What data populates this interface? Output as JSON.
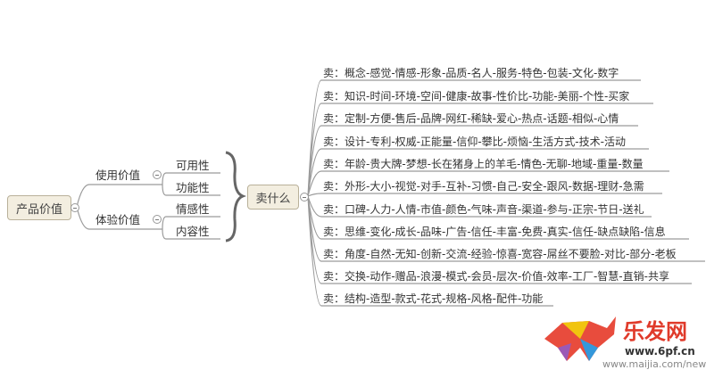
{
  "root": {
    "label": "产品价值"
  },
  "branches": [
    {
      "label": "使用价值",
      "children": [
        "可用性",
        "功能性"
      ]
    },
    {
      "label": "体验价值",
      "children": [
        "情感性",
        "内容性"
      ]
    }
  ],
  "center": {
    "label": "卖什么"
  },
  "items": [
    "卖：概念-感觉-情感-形象-品质-名人-服务-特色-包装-文化-数字",
    "卖：知识-时间-环境-空间-健康-故事-性价比-功能-美丽-个性-买家",
    "卖：定制-方便-售后-品牌-网红-稀缺-爱心-热点-话题-相似-心情",
    "卖：设计-专利-权威-正能量-信仰-攀比-烦恼-生活方式-技术-活动",
    "卖：年龄-贵大牌-梦想-长在猪身上的羊毛-情色-无聊-地域-重量-数量",
    "卖：外形-大小-视觉-对手-互补-习惯-自己-安全-跟风-数据-理财-急需",
    "卖：口碑-人力-人情-市值-颜色-气味-声音-渠道-参与-正宗-节日-送礼",
    "卖：思维-变化-成长-品味-广告-信任-丰富-免费-真实-信任-缺点缺陷-信息",
    "卖：角度-自然-无知-创新-交流-经验-惊喜-宽容-屌丝不要脸-对比-部分-老板",
    "卖：交换-动作-赠品-浪漫-模式-会员-层次-价值-效率-工厂-智慧-直销-共享",
    "卖：结构-造型-款式-花式-规格-风格-配件-功能"
  ],
  "watermark": {
    "logo_text": "乐发网",
    "url1": "www.6pf.cn",
    "url2": "www.maijia.com/news"
  },
  "colors": {
    "node_fill": "#f3eee0",
    "line": "#999999"
  }
}
